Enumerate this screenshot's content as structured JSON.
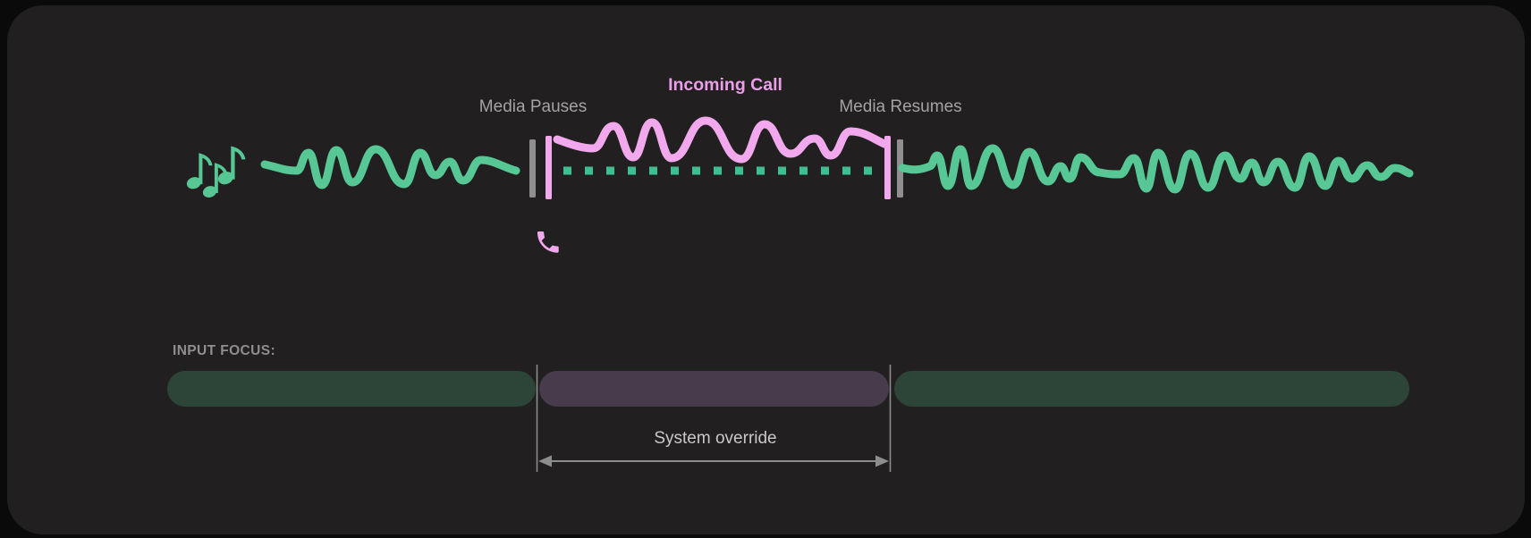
{
  "colors": {
    "background": "#0a0a0a",
    "card": "#211f1f",
    "media_green": "#56c795",
    "media_dot_green": "#3fbf8f",
    "call_pink": "#f1a8ec",
    "incoming_call_text": "#eb9fe9",
    "label_gray": "#a3a3a3",
    "marker_gray": "#8f8f8f",
    "focus_media_bar": "#2d4538",
    "focus_call_bar": "#483b4c",
    "focus_note_green": "#79dfac",
    "override_gray": "#8d8d8d",
    "override_text_gray": "#c9c9c9",
    "input_focus_label_gray": "#8f8f8f"
  },
  "timeline": {
    "media_pauses_label": "Media Pauses",
    "incoming_call_label": "Incoming Call",
    "media_resumes_label": "Media Resumes",
    "media_icon": "music-notes-icon",
    "call_icon": "phone-icon",
    "states": [
      {
        "phase": "media-playing",
        "style": "solid-green-wave"
      },
      {
        "phase": "media-paused-during-call",
        "style": "green-dotted-line"
      },
      {
        "phase": "incoming-call-audio",
        "style": "solid-pink-wave"
      },
      {
        "phase": "media-playing-again",
        "style": "solid-green-wave"
      }
    ]
  },
  "input_focus": {
    "label": "INPUT FOCUS:",
    "override_label": "System override",
    "segments": [
      {
        "type": "media",
        "icon": "music-notes-icon"
      },
      {
        "type": "call",
        "icon": "phone-icon"
      },
      {
        "type": "media",
        "icon": "music-notes-icon"
      }
    ]
  }
}
